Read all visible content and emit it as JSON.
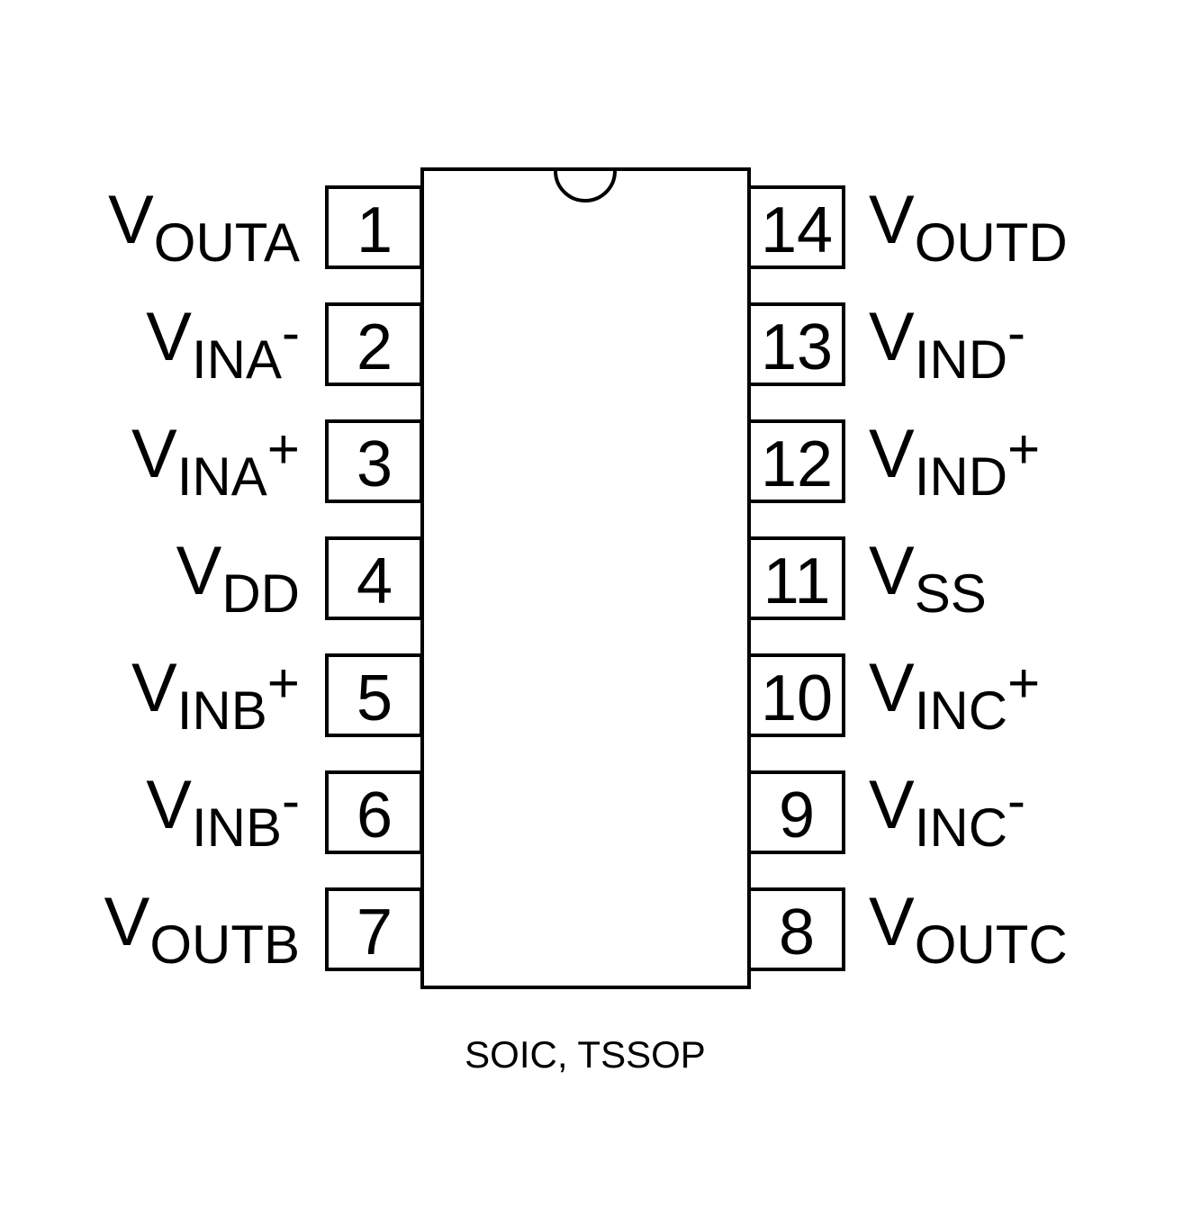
{
  "package_label": "SOIC, TSSOP",
  "colors": {
    "line": "#000000",
    "background": "#ffffff"
  },
  "left_pins": [
    {
      "num": "1",
      "main": "V",
      "sub": "OUTA",
      "suffix": ""
    },
    {
      "num": "2",
      "main": "V",
      "sub": "INA",
      "suffix": "-"
    },
    {
      "num": "3",
      "main": "V",
      "sub": "INA",
      "suffix": "+"
    },
    {
      "num": "4",
      "main": "V",
      "sub": "DD",
      "suffix": ""
    },
    {
      "num": "5",
      "main": "V",
      "sub": "INB",
      "suffix": "+"
    },
    {
      "num": "6",
      "main": "V",
      "sub": "INB",
      "suffix": "-"
    },
    {
      "num": "7",
      "main": "V",
      "sub": "OUTB",
      "suffix": ""
    }
  ],
  "right_pins": [
    {
      "num": "14",
      "main": "V",
      "sub": "OUTD",
      "suffix": ""
    },
    {
      "num": "13",
      "main": "V",
      "sub": "IND",
      "suffix": "-"
    },
    {
      "num": "12",
      "main": "V",
      "sub": "IND",
      "suffix": "+"
    },
    {
      "num": "11",
      "main": "V",
      "sub": "SS",
      "suffix": ""
    },
    {
      "num": "10",
      "main": "V",
      "sub": "INC",
      "suffix": "+"
    },
    {
      "num": "9",
      "main": "V",
      "sub": "INC",
      "suffix": "-"
    },
    {
      "num": "8",
      "main": "V",
      "sub": "OUTC",
      "suffix": ""
    }
  ]
}
